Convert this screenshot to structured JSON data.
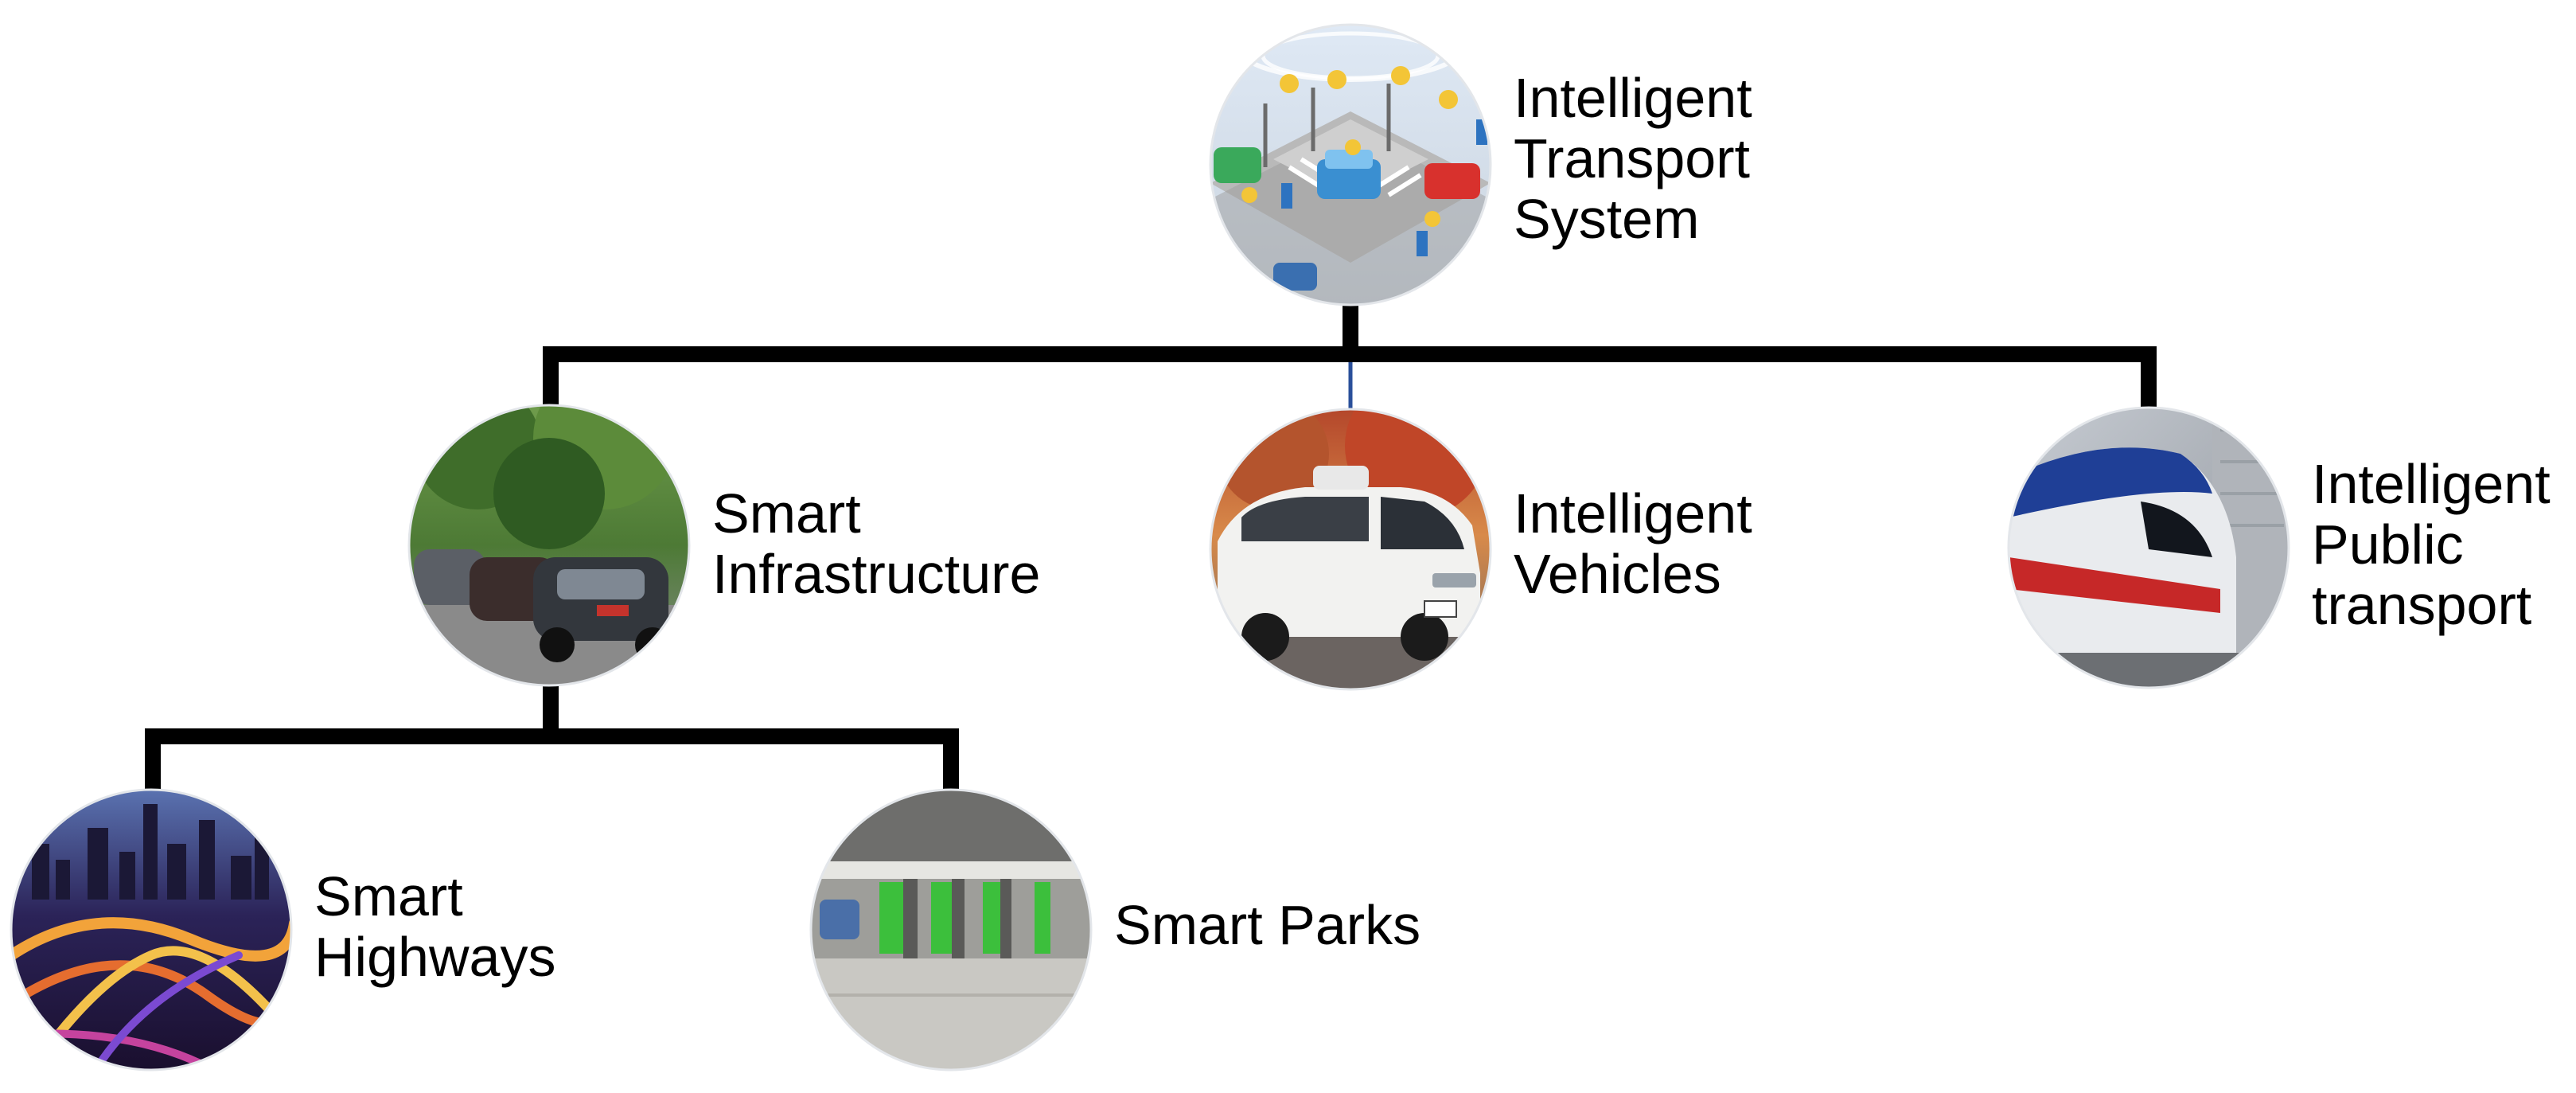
{
  "nodes": {
    "root": {
      "label_lines": [
        "Intelligent",
        "Transport",
        "System"
      ],
      "illustration": "smart-intersection"
    },
    "infra": {
      "label_lines": [
        "Smart",
        "Infrastructure"
      ],
      "illustration": "parked-cars-street"
    },
    "vehicles": {
      "label_lines": [
        "Intelligent",
        "Vehicles"
      ],
      "illustration": "autonomous-minivan"
    },
    "public": {
      "label_lines": [
        "Intelligent",
        "Public",
        "transport"
      ],
      "illustration": "high-speed-train"
    },
    "highways": {
      "label_lines": [
        "Smart",
        "Highways"
      ],
      "illustration": "city-highway-night"
    },
    "parks": {
      "label_lines": [
        "Smart Parks"
      ],
      "illustration": "parking-garage"
    }
  },
  "colors": {
    "connector": "#000000",
    "accent_line": "#2a4f9a",
    "text": "#000000"
  }
}
